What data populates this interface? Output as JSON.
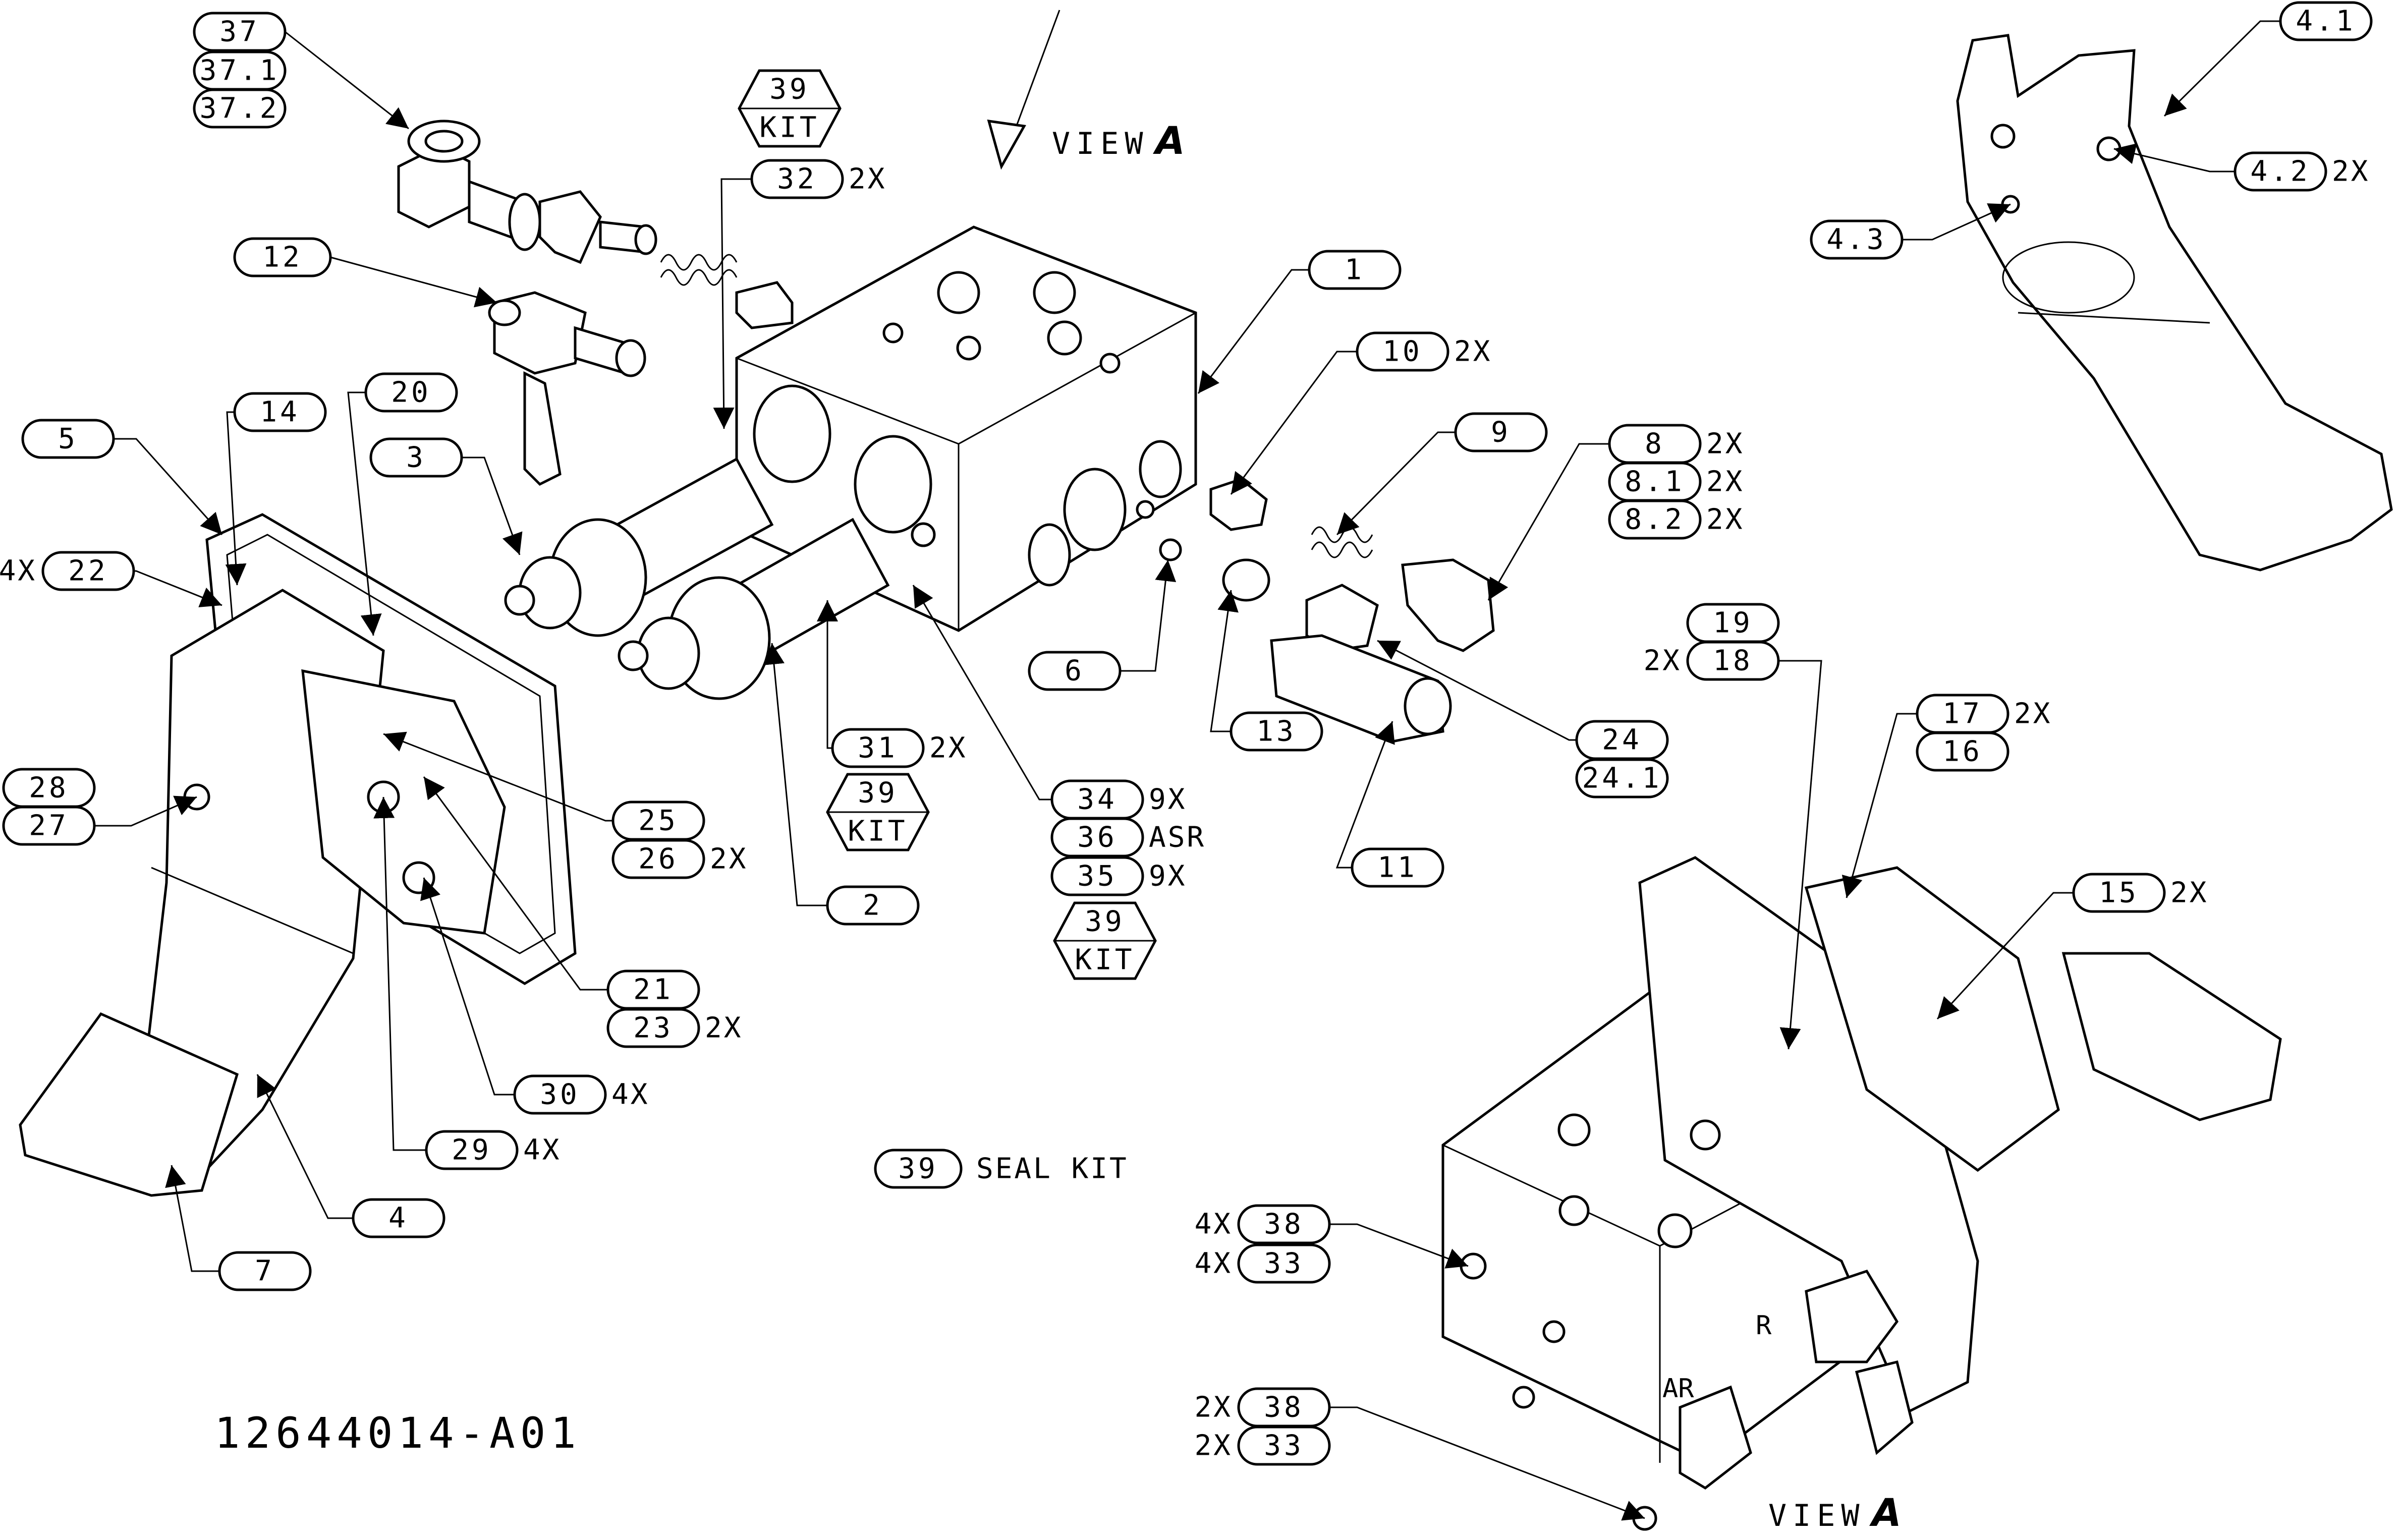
{
  "drawing_number": "12644014-A01",
  "view_label_top": {
    "text": "VIEW",
    "letter": "A"
  },
  "view_label_bottom": {
    "text": "VIEW",
    "letter": "A"
  },
  "seal_kit": {
    "callout": "39",
    "text": "SEAL KIT"
  },
  "port_labels": {
    "r": "R",
    "ar": "AR"
  },
  "callouts": [
    {
      "id": "c-37",
      "label": "37",
      "qty": "",
      "shape": "oval"
    },
    {
      "id": "c-37-1",
      "label": "37.1",
      "qty": "",
      "shape": "oval"
    },
    {
      "id": "c-37-2",
      "label": "37.2",
      "qty": "",
      "shape": "oval"
    },
    {
      "id": "c-39-kit-a",
      "label": "39",
      "label2": "KIT",
      "qty": "",
      "shape": "hex"
    },
    {
      "id": "c-32",
      "label": "32",
      "qty": "2X",
      "shape": "oval"
    },
    {
      "id": "c-12",
      "label": "12",
      "qty": "",
      "shape": "oval"
    },
    {
      "id": "c-1",
      "label": "1",
      "qty": "",
      "shape": "oval"
    },
    {
      "id": "c-10",
      "label": "10",
      "qty": "2X",
      "shape": "oval"
    },
    {
      "id": "c-9",
      "label": "9",
      "qty": "",
      "shape": "oval"
    },
    {
      "id": "c-8",
      "label": "8",
      "qty": "2X",
      "shape": "oval"
    },
    {
      "id": "c-8-1",
      "label": "8.1",
      "qty": "2X",
      "shape": "oval"
    },
    {
      "id": "c-8-2",
      "label": "8.2",
      "qty": "2X",
      "shape": "oval"
    },
    {
      "id": "c-5",
      "label": "5",
      "qty": "",
      "shape": "oval"
    },
    {
      "id": "c-14",
      "label": "14",
      "qty": "",
      "shape": "oval"
    },
    {
      "id": "c-20",
      "label": "20",
      "qty": "",
      "shape": "oval"
    },
    {
      "id": "c-3",
      "label": "3",
      "qty": "",
      "shape": "oval"
    },
    {
      "id": "c-22",
      "label": "22",
      "qty": "4X",
      "shape": "oval"
    },
    {
      "id": "c-6",
      "label": "6",
      "qty": "",
      "shape": "oval"
    },
    {
      "id": "c-13",
      "label": "13",
      "qty": "",
      "shape": "oval"
    },
    {
      "id": "c-24",
      "label": "24",
      "qty": "",
      "shape": "oval"
    },
    {
      "id": "c-24-1",
      "label": "24.1",
      "qty": "",
      "shape": "oval"
    },
    {
      "id": "c-31",
      "label": "31",
      "qty": "2X",
      "shape": "oval"
    },
    {
      "id": "c-39-kit-b",
      "label": "39",
      "label2": "KIT",
      "qty": "",
      "shape": "hex"
    },
    {
      "id": "c-34",
      "label": "34",
      "qty": "9X",
      "shape": "oval"
    },
    {
      "id": "c-36",
      "label": "36",
      "qty": "ASR",
      "shape": "oval"
    },
    {
      "id": "c-35",
      "label": "35",
      "qty": "9X",
      "shape": "oval"
    },
    {
      "id": "c-39-kit-c",
      "label": "39",
      "label2": "KIT",
      "qty": "",
      "shape": "hex"
    },
    {
      "id": "c-11",
      "label": "11",
      "qty": "",
      "shape": "oval"
    },
    {
      "id": "c-28",
      "label": "28",
      "qty": "",
      "shape": "oval"
    },
    {
      "id": "c-27",
      "label": "27",
      "qty": "",
      "shape": "oval"
    },
    {
      "id": "c-25",
      "label": "25",
      "qty": "",
      "shape": "oval"
    },
    {
      "id": "c-26",
      "label": "26",
      "qty": "2X",
      "shape": "oval"
    },
    {
      "id": "c-2",
      "label": "2",
      "qty": "",
      "shape": "oval"
    },
    {
      "id": "c-21",
      "label": "21",
      "qty": "",
      "shape": "oval"
    },
    {
      "id": "c-23",
      "label": "23",
      "qty": "2X",
      "shape": "oval"
    },
    {
      "id": "c-30",
      "label": "30",
      "qty": "4X",
      "shape": "oval"
    },
    {
      "id": "c-29",
      "label": "29",
      "qty": "4X",
      "shape": "oval"
    },
    {
      "id": "c-4",
      "label": "4",
      "qty": "",
      "shape": "oval"
    },
    {
      "id": "c-7",
      "label": "7",
      "qty": "",
      "shape": "oval"
    },
    {
      "id": "c-4-1",
      "label": "4.1",
      "qty": "",
      "shape": "oval"
    },
    {
      "id": "c-4-2",
      "label": "4.2",
      "qty": "2X",
      "shape": "oval"
    },
    {
      "id": "c-4-3",
      "label": "4.3",
      "qty": "",
      "shape": "oval"
    },
    {
      "id": "c-19",
      "label": "19",
      "qty": "",
      "shape": "oval"
    },
    {
      "id": "c-18",
      "label": "18",
      "qty": "2X",
      "shape": "oval"
    },
    {
      "id": "c-17",
      "label": "17",
      "qty": "2X",
      "shape": "oval"
    },
    {
      "id": "c-16",
      "label": "16",
      "qty": "",
      "shape": "oval"
    },
    {
      "id": "c-15",
      "label": "15",
      "qty": "2X",
      "shape": "oval"
    },
    {
      "id": "c-38-a",
      "label": "38",
      "qty": "4X",
      "shape": "oval"
    },
    {
      "id": "c-33-a",
      "label": "33",
      "qty": "4X",
      "shape": "oval"
    },
    {
      "id": "c-38-b",
      "label": "38",
      "qty": "2X",
      "shape": "oval"
    },
    {
      "id": "c-33-b",
      "label": "33",
      "qty": "2X",
      "shape": "oval"
    }
  ]
}
